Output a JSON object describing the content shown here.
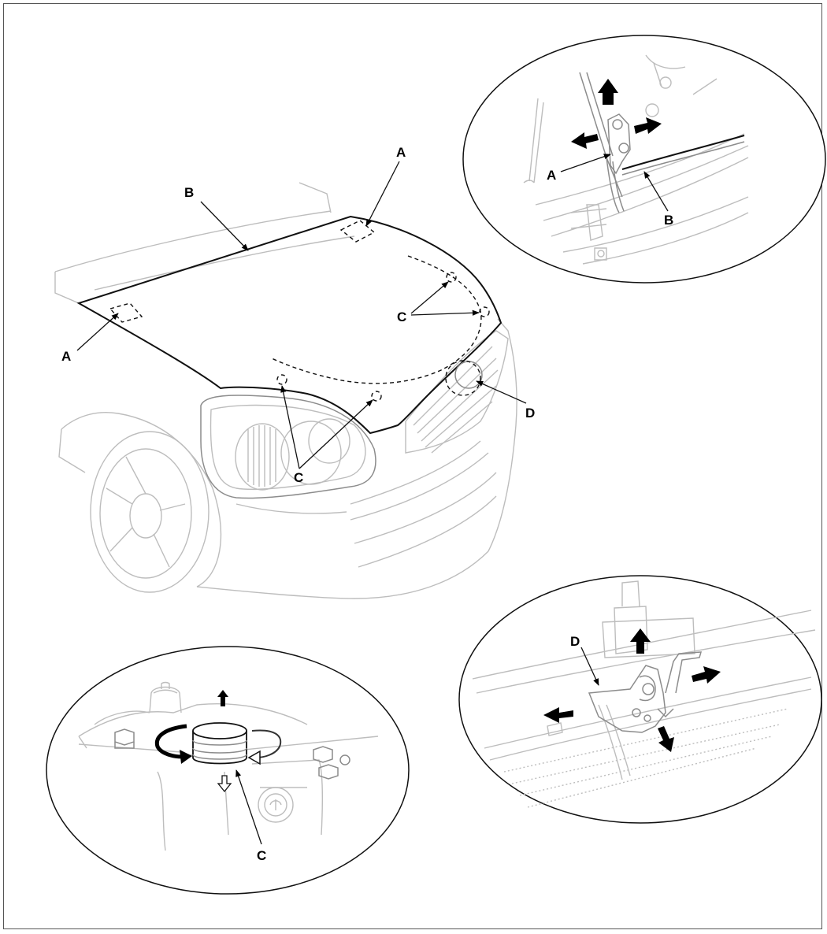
{
  "labels": {
    "main_a_left": "A",
    "main_a_top": "A",
    "main_b": "B",
    "main_c_right": "C",
    "main_c_bottom": "C",
    "main_d": "D",
    "detail_hinge_a": "A",
    "detail_hinge_b": "B",
    "detail_bumper_c": "C",
    "detail_latch_d": "D"
  },
  "colors": {
    "line_dark": "#111111",
    "line_light": "#bdbdbd",
    "arrow_fill": "#000000"
  }
}
